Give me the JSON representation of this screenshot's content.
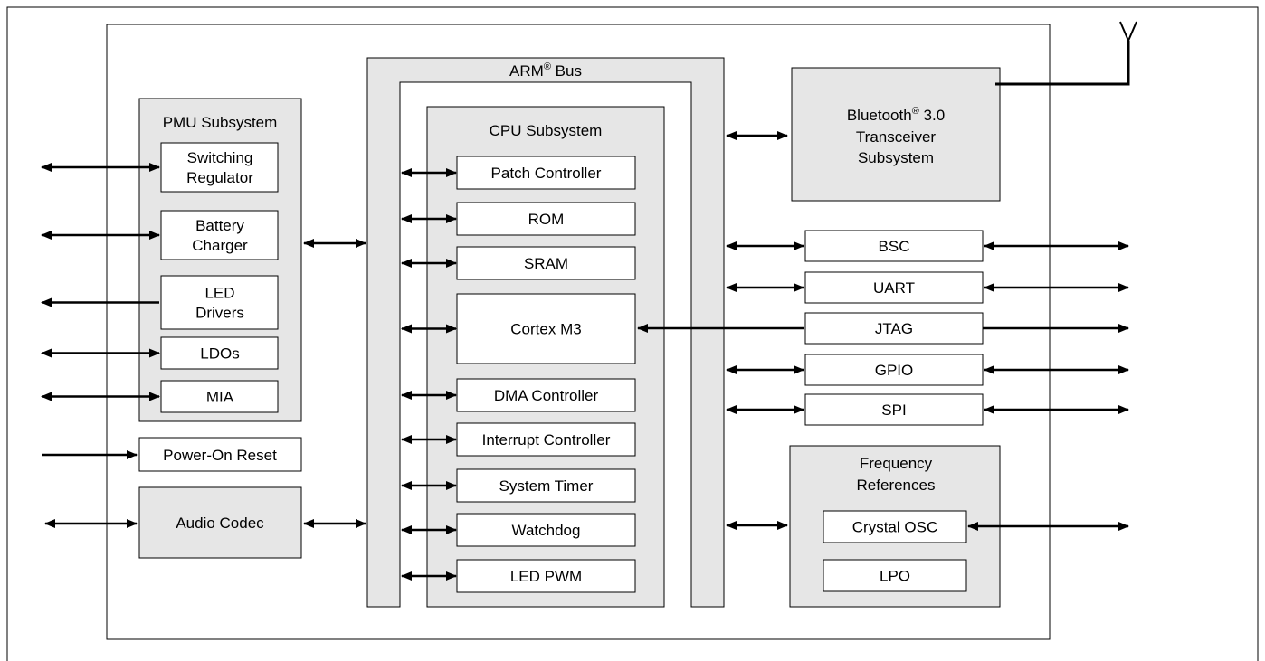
{
  "diagram": {
    "arm_bus": {
      "title": "ARM",
      "sup": "®",
      "suffix": " Bus"
    },
    "cpu": {
      "title": "CPU Subsystem",
      "blocks": [
        "Patch Controller",
        "ROM",
        "SRAM",
        "Cortex M3",
        "DMA Controller",
        "Interrupt Controller",
        "System Timer",
        "Watchdog",
        "LED PWM"
      ]
    },
    "pmu": {
      "title": "PMU Subsystem",
      "blocks": [
        [
          "Switching",
          "Regulator"
        ],
        [
          "Battery",
          "Charger"
        ],
        [
          "LED",
          "Drivers"
        ],
        [
          "LDOs"
        ],
        [
          "MIA"
        ]
      ]
    },
    "power_on_reset": "Power-On Reset",
    "audio_codec": "Audio Codec",
    "bluetooth": {
      "line1": "Bluetooth",
      "sup": "®",
      "line1_suffix": " 3.0",
      "line2": "Transceiver",
      "line3": "Subsystem"
    },
    "peripherals": [
      "BSC",
      "UART",
      "JTAG",
      "GPIO",
      "SPI"
    ],
    "freq": {
      "title_line1": "Frequency",
      "title_line2": "References",
      "blocks": [
        "Crystal OSC",
        "LPO"
      ]
    },
    "colors": {
      "subsystem_fill": "#e6e6e6",
      "block_fill": "#ffffff",
      "stroke": "#000000"
    }
  }
}
